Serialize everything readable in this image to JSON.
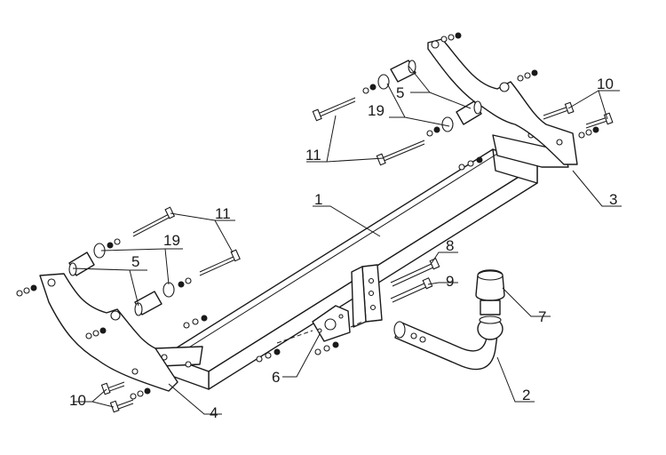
{
  "callouts": {
    "c1": "1",
    "c2": "2",
    "c3": "3",
    "c4": "4",
    "c5a": "5",
    "c5b": "5",
    "c6": "6",
    "c7": "7",
    "c8": "8",
    "c9": "9",
    "c10a": "10",
    "c10b": "10",
    "c11a": "11",
    "c11b": "11",
    "c19a": "19",
    "c19b": "19"
  }
}
